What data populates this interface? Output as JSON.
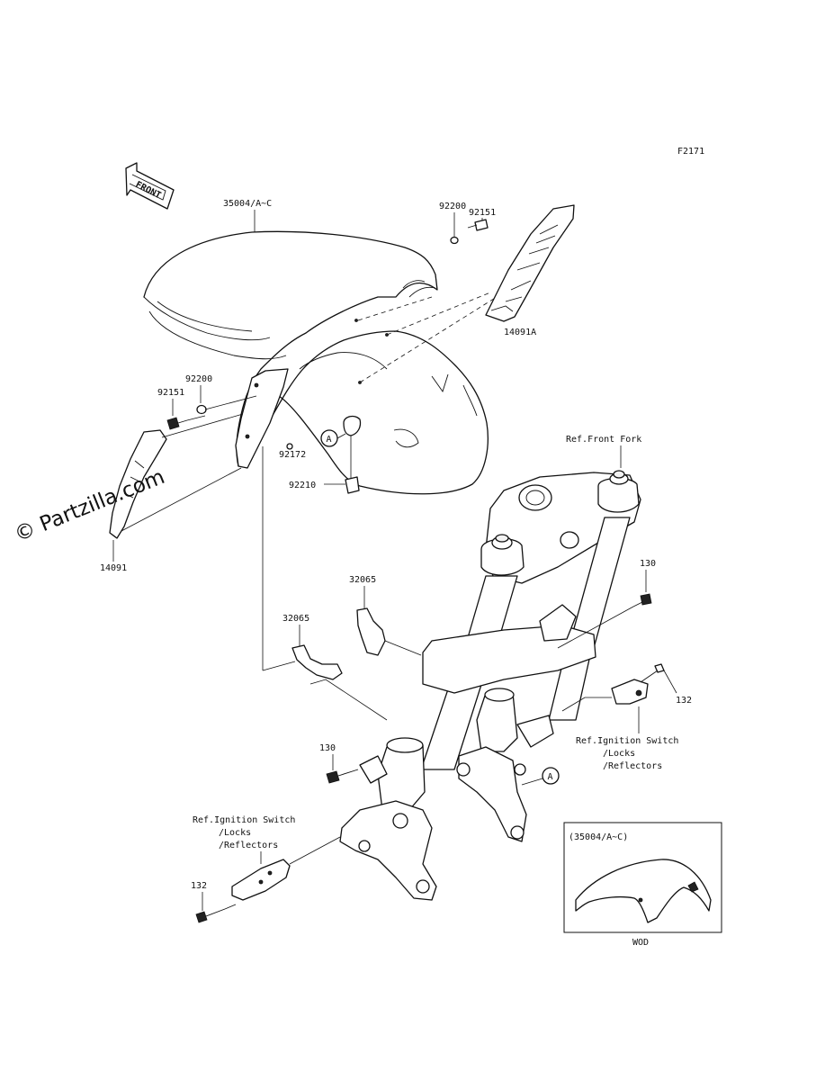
{
  "diagram_code": "F2171",
  "front_arrow_text": "FRONT",
  "watermark": "© Partzilla.com",
  "callout_letter": "A",
  "labels": {
    "fender": "35004/A~C",
    "washer_right": "92200",
    "bolt_right": "92151",
    "cover_right": "14091A",
    "washer_left": "92200",
    "bolt_left": "92151",
    "stud": "92172",
    "clip": "92210",
    "cover_left": "14091",
    "front_fork_ref": "Ref.Front Fork",
    "bolt_130_right": "130",
    "bracket_32065_upper": "32065",
    "bracket_32065_lower": "32065",
    "bolt_132_right": "132",
    "bolt_130_left": "130",
    "bolt_132_left": "132"
  },
  "ref_ignition_right": [
    "Ref.Ignition Switch",
    "/Locks",
    "/Reflectors"
  ],
  "ref_ignition_left": [
    "Ref.Ignition Switch",
    "/Locks",
    "/Reflectors"
  ],
  "inset": {
    "title": "(35004/A~C)",
    "caption": "WOD"
  }
}
